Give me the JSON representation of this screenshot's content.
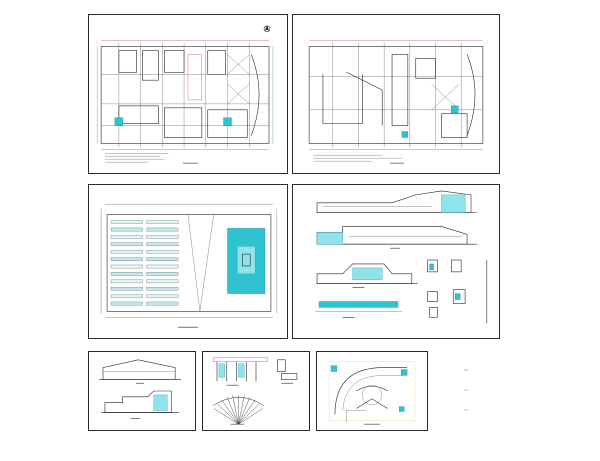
{
  "page": {
    "background": "#ffffff"
  },
  "colors": {
    "frame": "#2b2b2b",
    "line": "#222222",
    "accent_cyan": "#2fc3cf",
    "dim_red": "#c0393b",
    "dim_green": "#3c8a3c"
  },
  "sheets": [
    {
      "id": "floor-plan-1",
      "title": "",
      "icon": "north-arrow-icon"
    },
    {
      "id": "floor-plan-2",
      "title": ""
    },
    {
      "id": "roof-plan",
      "title": ""
    },
    {
      "id": "elevations-details",
      "title": ""
    },
    {
      "id": "section",
      "title": ""
    },
    {
      "id": "structure-detail",
      "title": ""
    },
    {
      "id": "site-plan",
      "title": ""
    }
  ]
}
